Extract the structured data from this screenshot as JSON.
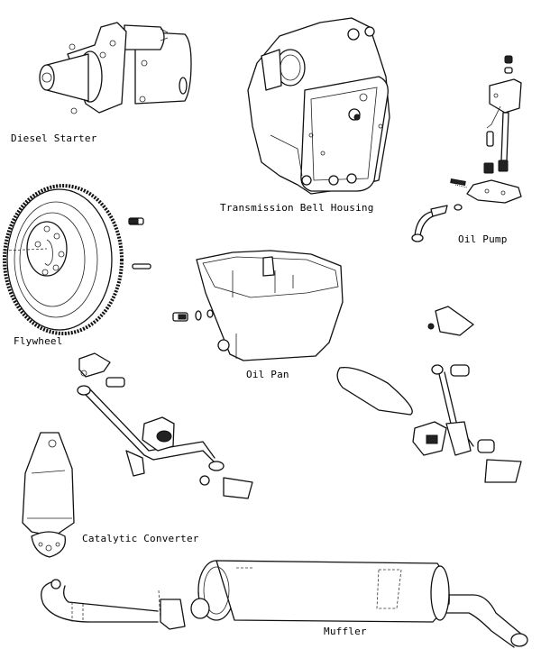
{
  "diagram": {
    "title": "Engine and Exhaust Parts",
    "labels": {
      "diesel_starter": "Diesel Starter",
      "transmission_bell_housing": "Transmission Bell Housing",
      "oil_pump": "Oil Pump",
      "flywheel": "Flywheel",
      "oil_pan": "Oil Pan",
      "catalytic_converter": "Catalytic Converter",
      "muffler": "Muffler"
    },
    "colors": {
      "line": "#111111",
      "background": "#ffffff"
    }
  }
}
